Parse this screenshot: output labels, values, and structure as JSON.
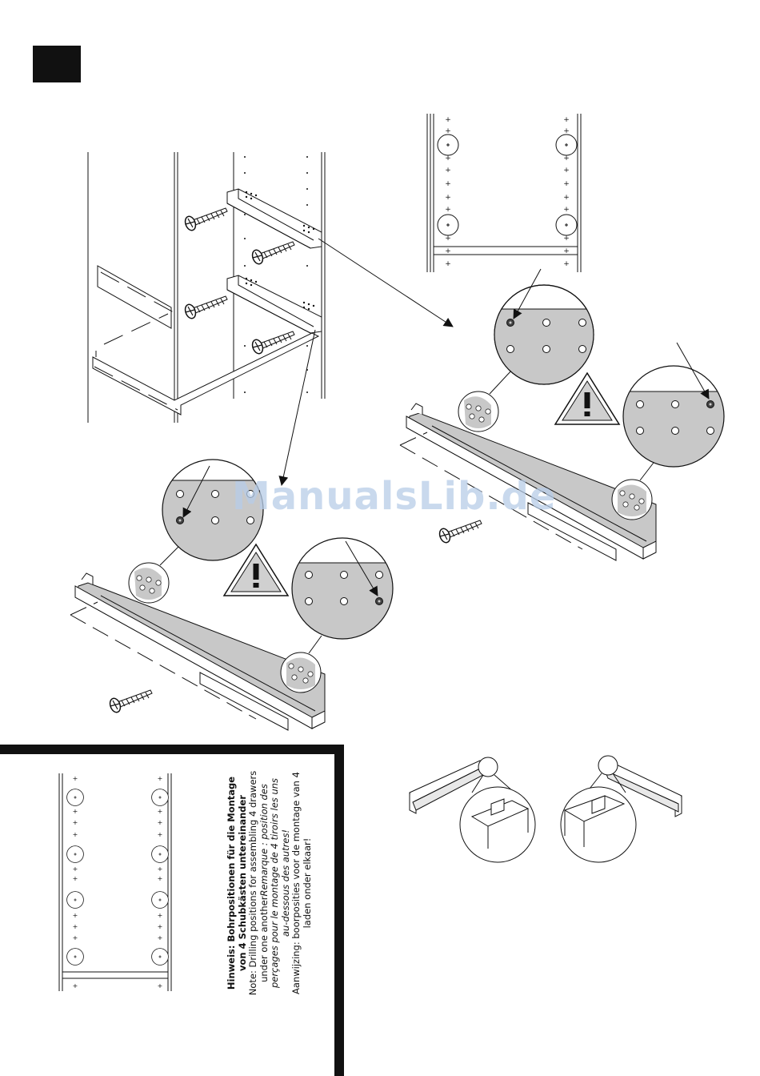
{
  "watermark": "ManualsLib.de",
  "note": {
    "heading_de_1": "Hinweis: Bohrpositionen für die Montage",
    "heading_de_2": "von 4 Schubkästen untereinander",
    "en_1": "Note: Drilling positions for assembling 4 drawers",
    "en_2": "under one another",
    "fr_1": "Remarque : position des",
    "fr_2": "perçages pour le montage de 4 tiroirs les uns",
    "fr_3": "au-dessous des autres!",
    "nl_1": "Aanwijzing: boorposities voor de montage van 4",
    "nl_2": "laden onder elkaar!"
  }
}
